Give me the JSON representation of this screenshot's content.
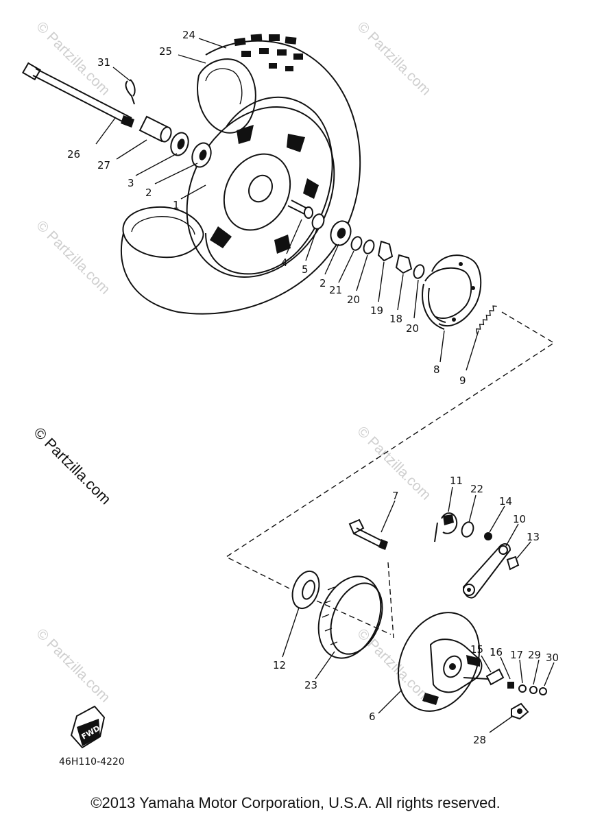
{
  "watermark": "© Partzilla.com",
  "copyright": "©2013 Yamaha Motor Corporation, U.S.A. All rights reserved.",
  "diagram_code": "46H110-4220",
  "fwd_label": "FWD",
  "labels": {
    "p1": "1",
    "p2a": "2",
    "p2b": "2",
    "p3": "3",
    "p4": "4",
    "p5": "5",
    "p6": "6",
    "p7": "7",
    "p8": "8",
    "p9": "9",
    "p10": "10",
    "p11": "11",
    "p12": "12",
    "p13": "13",
    "p14": "14",
    "p15": "15",
    "p16": "16",
    "p17": "17",
    "p18": "18",
    "p19": "19",
    "p20a": "20",
    "p20b": "20",
    "p21": "21",
    "p22": "22",
    "p23": "23",
    "p24": "24",
    "p25": "25",
    "p26": "26",
    "p27": "27",
    "p28": "28",
    "p29": "29",
    "p30": "30",
    "p31": "31"
  }
}
